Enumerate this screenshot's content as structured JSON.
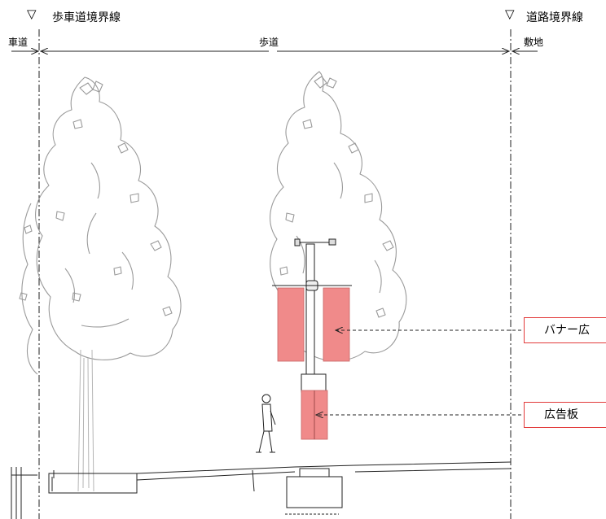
{
  "boundary_left": {
    "mark": "▽",
    "label": "歩車道境界線"
  },
  "boundary_right": {
    "mark": "▽",
    "label": "道路境界線"
  },
  "zones": {
    "roadway": "車道",
    "sidewalk": "歩道",
    "site": "敷地"
  },
  "callouts": {
    "banner": "バナー広",
    "signboard": "広告板"
  },
  "colors": {
    "highlight": "#f08a8a",
    "callout_border": "#e23b3b",
    "line": "#222222",
    "tree": "#9a9a9a"
  }
}
